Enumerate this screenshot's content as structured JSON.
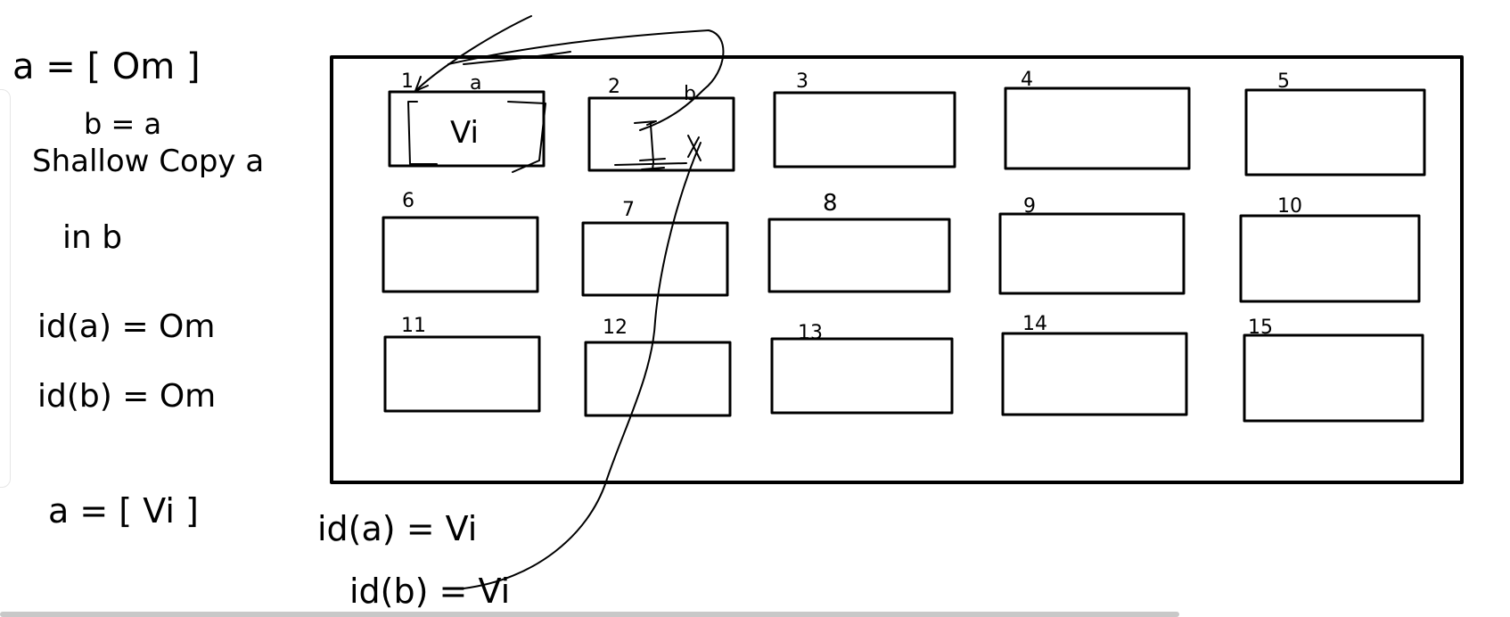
{
  "whiteboard": {
    "notes": {
      "assign_a": "a = [ Om ]",
      "assign_b": "b = a",
      "shallow": "Shallow Copy a",
      "in_b": "in b",
      "id_a": "id(a) = Om",
      "id_b": "id(b) = Om",
      "reassign_a": "a = [ Vi ]",
      "id_a_new": "id(a) = Vi",
      "id_b_new": "id(b) = Vi"
    },
    "cells": [
      {
        "num": "1",
        "label": "a",
        "content": "Vi"
      },
      {
        "num": "2",
        "label": "b",
        "content": ""
      },
      {
        "num": "3",
        "label": "",
        "content": ""
      },
      {
        "num": "4",
        "label": "",
        "content": ""
      },
      {
        "num": "5",
        "label": "",
        "content": ""
      },
      {
        "num": "6",
        "label": "",
        "content": ""
      },
      {
        "num": "7",
        "label": "",
        "content": ""
      },
      {
        "num": "8",
        "label": "",
        "content": ""
      },
      {
        "num": "9",
        "label": "",
        "content": ""
      },
      {
        "num": "10",
        "label": "",
        "content": ""
      },
      {
        "num": "11",
        "label": "",
        "content": ""
      },
      {
        "num": "12",
        "label": "",
        "content": ""
      },
      {
        "num": "13",
        "label": "",
        "content": ""
      },
      {
        "num": "14",
        "label": "",
        "content": ""
      },
      {
        "num": "15",
        "label": "",
        "content": ""
      }
    ],
    "ink_color": "#000000"
  }
}
